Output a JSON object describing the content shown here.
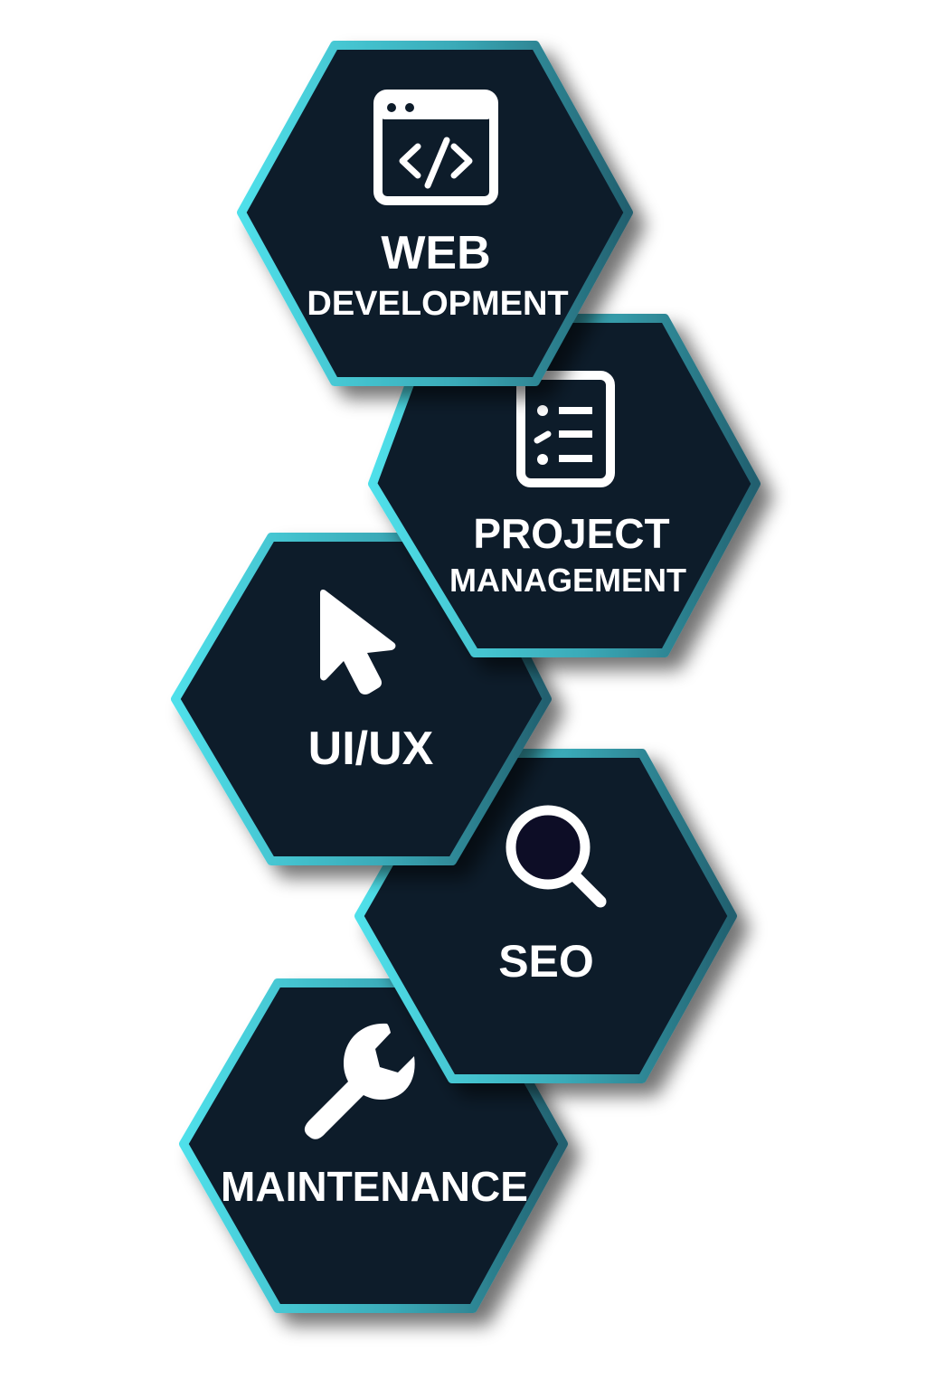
{
  "theme": {
    "hex_fill": "#111a2c",
    "border_light": "#4fdde6",
    "border_dark": "#236273",
    "icon_color": "#ffffff",
    "text_color": "#ffffff",
    "background": "#ffffff"
  },
  "services": [
    {
      "id": "web-development",
      "line1": "WEB",
      "line2": "DEVELOPMENT",
      "icon": "browser-code-icon"
    },
    {
      "id": "project-management",
      "line1": "PROJECT",
      "line2": "MANAGEMENT",
      "icon": "checklist-document-icon"
    },
    {
      "id": "ui-ux",
      "line1": "UI/UX",
      "line2": "",
      "icon": "cursor-arrow-icon"
    },
    {
      "id": "seo",
      "line1": "SEO",
      "line2": "",
      "icon": "magnifier-icon"
    },
    {
      "id": "maintenance",
      "line1": "MAINTENANCE",
      "line2": "",
      "icon": "wrench-icon"
    }
  ]
}
